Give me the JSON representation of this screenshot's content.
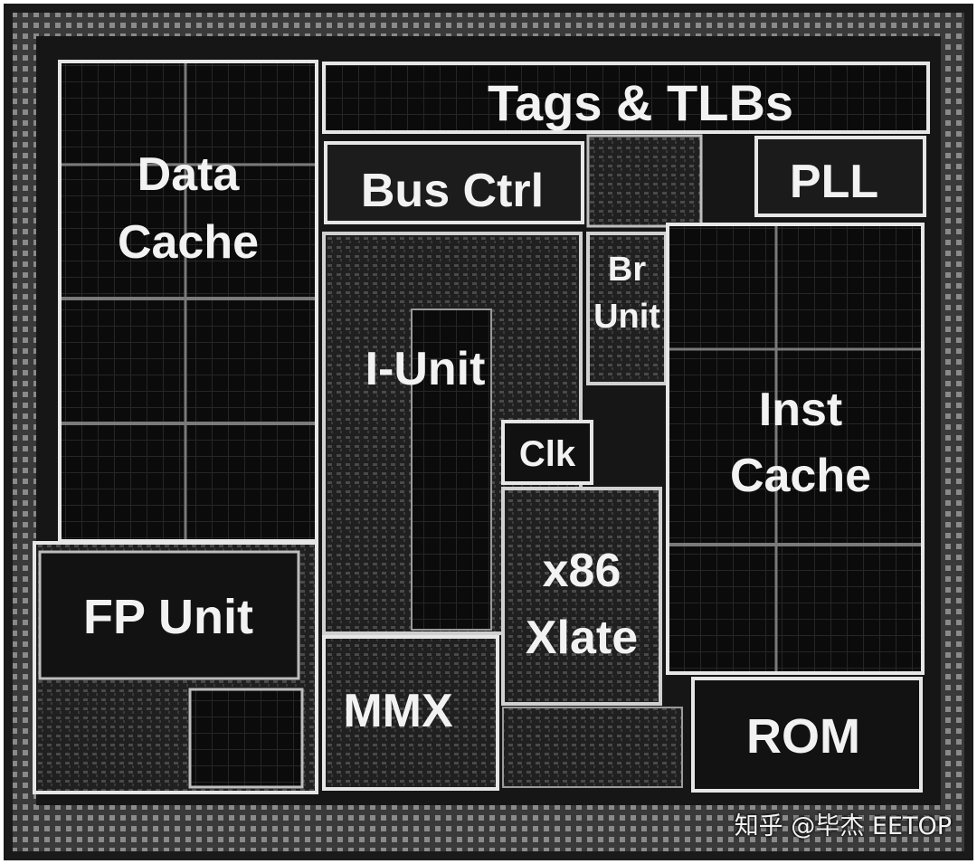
{
  "blocks": {
    "data_cache": [
      "Data",
      "Cache"
    ],
    "tags_tlbs": "Tags & TLBs",
    "bus_ctrl": "Bus Ctrl",
    "pll": "PLL",
    "br_unit": [
      "Br",
      "Unit"
    ],
    "i_unit": "I-Unit",
    "inst_cache": [
      "Inst",
      "Cache"
    ],
    "clk": "Clk",
    "x86_xlate": [
      "x86",
      "Xlate"
    ],
    "fp_unit": "FP Unit",
    "mmx": "MMX",
    "rom": "ROM"
  },
  "watermark": "知乎 @毕杰 EETOP",
  "colors": {
    "die_background": "#1c1c1c",
    "block_background": "#0a0a0a",
    "block_outline": "#e6e6e6",
    "label_text": "#f2f2f2",
    "pad_ring": "#777777"
  }
}
